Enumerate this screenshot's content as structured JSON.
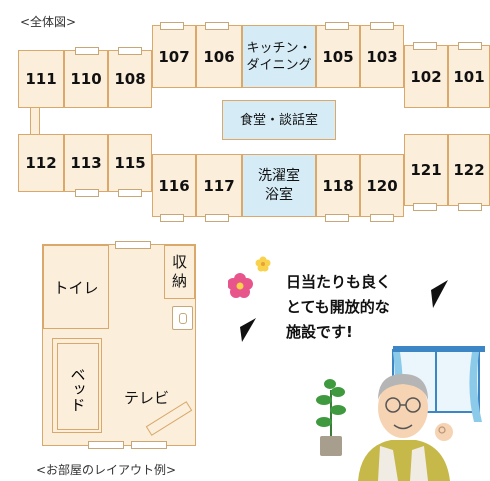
{
  "overview_label": "<全体図>",
  "layout_label": "<お部屋のレイアウト例>",
  "rooms": {
    "r111": "111",
    "r110": "110",
    "r108": "108",
    "r107": "107",
    "r106": "106",
    "r105": "105",
    "r103": "103",
    "r102": "102",
    "r101": "101",
    "r112": "112",
    "r113": "113",
    "r115": "115",
    "r116": "116",
    "r117": "117",
    "r118": "118",
    "r120": "120",
    "r121": "121",
    "r122": "122"
  },
  "facilities": {
    "kitchen_line1": "キッチン・",
    "kitchen_line2": "ダイニング",
    "dining": "食堂・談話室",
    "bath_line1": "洗濯室",
    "bath_line2": "浴室"
  },
  "room_layout": {
    "toilet": "トイレ",
    "storage_line1": "収",
    "storage_line2": "納",
    "bed": "ベッド",
    "tv": "テレビ"
  },
  "speech": {
    "line1": "日当たりも良く",
    "line2": "とても開放的な",
    "line3": "施設です!"
  },
  "colors": {
    "room_fill": "#fbeedb",
    "room_border": "#d9a86a",
    "facility_fill": "#d5ecf7"
  }
}
